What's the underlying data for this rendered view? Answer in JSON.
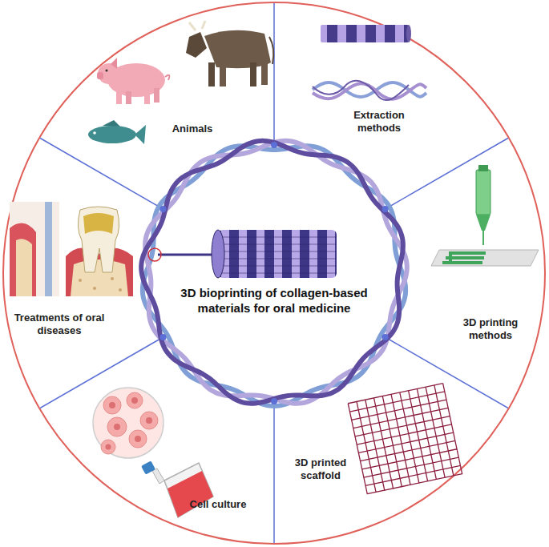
{
  "diagram": {
    "title": "3D bioprinting of collagen-based materials for oral medicine",
    "nodes": [
      {
        "text": [
          "Animals"
        ]
      },
      {
        "text": [
          "Extraction methods"
        ]
      },
      {
        "text": [
          "3D printing methods"
        ]
      },
      {
        "text": [
          "3D printed scaffold"
        ]
      },
      {
        "text": [
          "Cell culture"
        ]
      },
      {
        "text": [
          "Treatments of oral diseases"
        ]
      }
    ]
  }
}
